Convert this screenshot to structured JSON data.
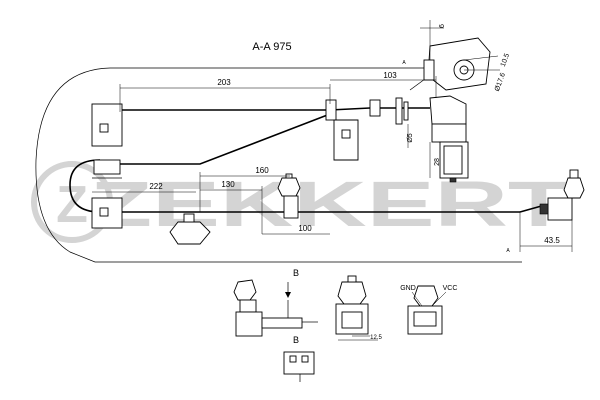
{
  "title": "A-A 975",
  "brand": {
    "watermark_text": "ZEKKERT",
    "logo_letter": "Z",
    "watermark_color": "#d4d4d4"
  },
  "section_markers": {
    "a_top": "A",
    "a_bottom": "A",
    "b_top": "B",
    "b_bottom": "B"
  },
  "dimensions": {
    "d203": "203",
    "d103": "103",
    "d160": "160",
    "d130": "130",
    "d222": "222",
    "d100": "100",
    "d43_5": "43.5",
    "d5": "Ø5",
    "d28": "28",
    "d6": "6",
    "d10_5": "10.5",
    "d17_6": "Ø17.6",
    "d12_5": "12.5"
  },
  "pin_labels": {
    "gnd": "GND",
    "vcc": "VCC"
  }
}
